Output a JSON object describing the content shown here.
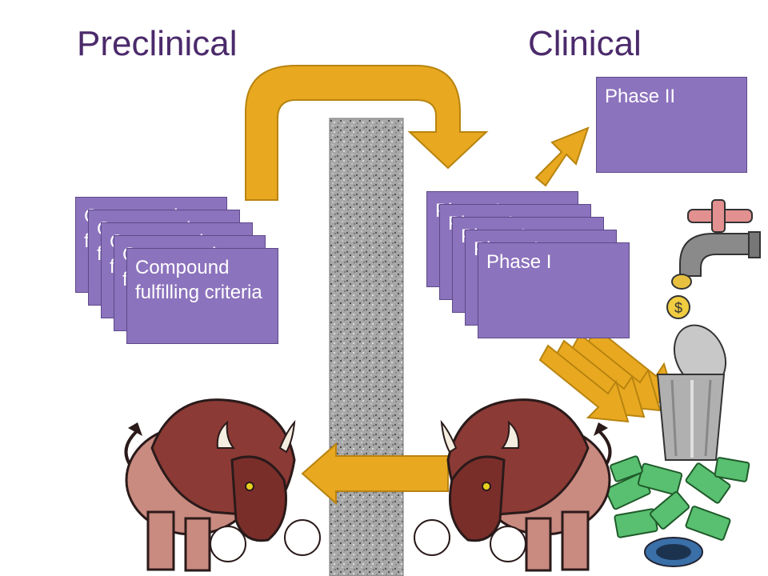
{
  "headings": {
    "preclinical": "Preclinical",
    "clinical": "Clinical"
  },
  "compound_label": "Compound fulfilling criteria",
  "phase1_label": "Phase I",
  "phase2_label": "Phase II",
  "colors": {
    "heading": "#4b2a6b",
    "box_fill": "#8c73bd",
    "arrow": "#e8a820",
    "wall": "#9a9a9a",
    "bison": "#8b3a35",
    "money": "#2e8b3a"
  },
  "icons": [
    "curved-arrow-icon",
    "barrier-wall-icon",
    "bison-icon",
    "faucet-icon",
    "coin-icon",
    "trash-can-icon",
    "money-drain-icon"
  ]
}
